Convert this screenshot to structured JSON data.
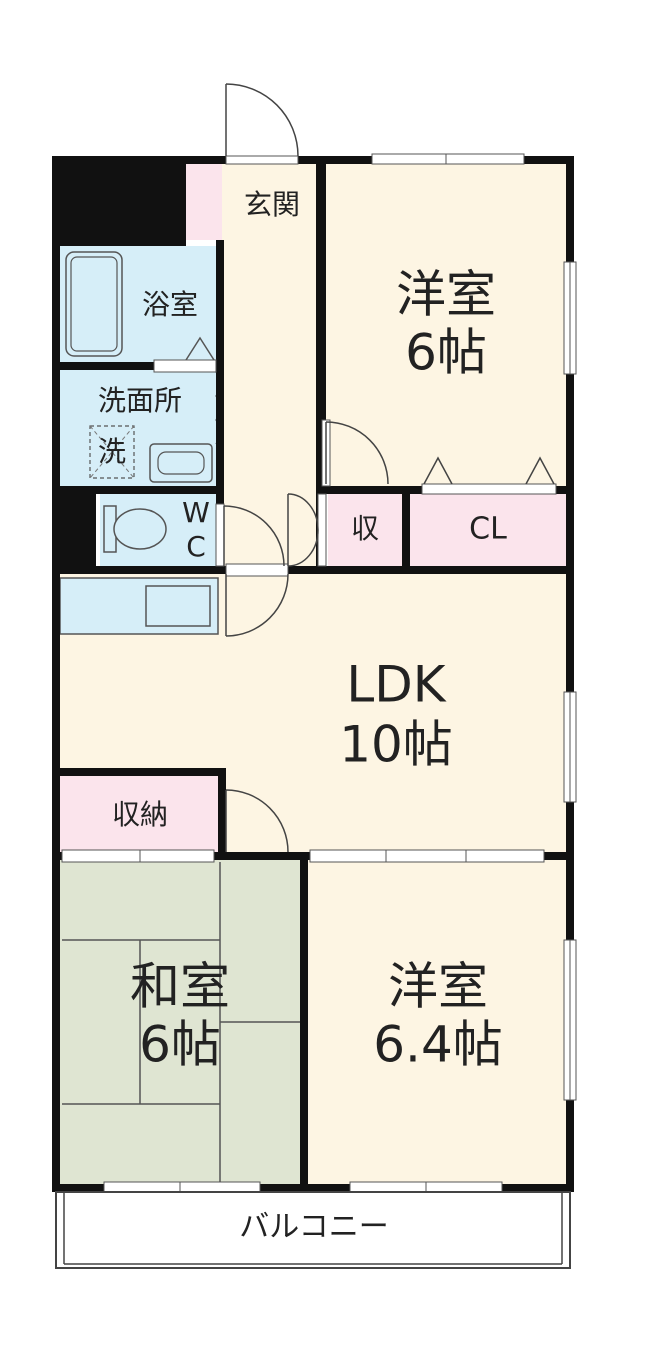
{
  "rooms": {
    "entrance": "玄関",
    "bath": "浴室",
    "washroom": "洗面所",
    "washer": "洗",
    "toilet_w": "W",
    "toilet_c": "C",
    "western1_name": "洋室",
    "western1_size": "6帖",
    "storage_small": "収",
    "closet": "CL",
    "ldk_name": "LDK",
    "ldk_size": "10帖",
    "storage": "収納",
    "japanese_name": "和室",
    "japanese_size": "6帖",
    "western2_name": "洋室",
    "western2_size": "6.4帖",
    "balcony": "バルコニー"
  },
  "colors": {
    "floor": "#fdf5e3",
    "wet": "#d6eef8",
    "storage": "#fbe4ec",
    "tatami": "#dfe5d2",
    "wall": "#111111"
  }
}
